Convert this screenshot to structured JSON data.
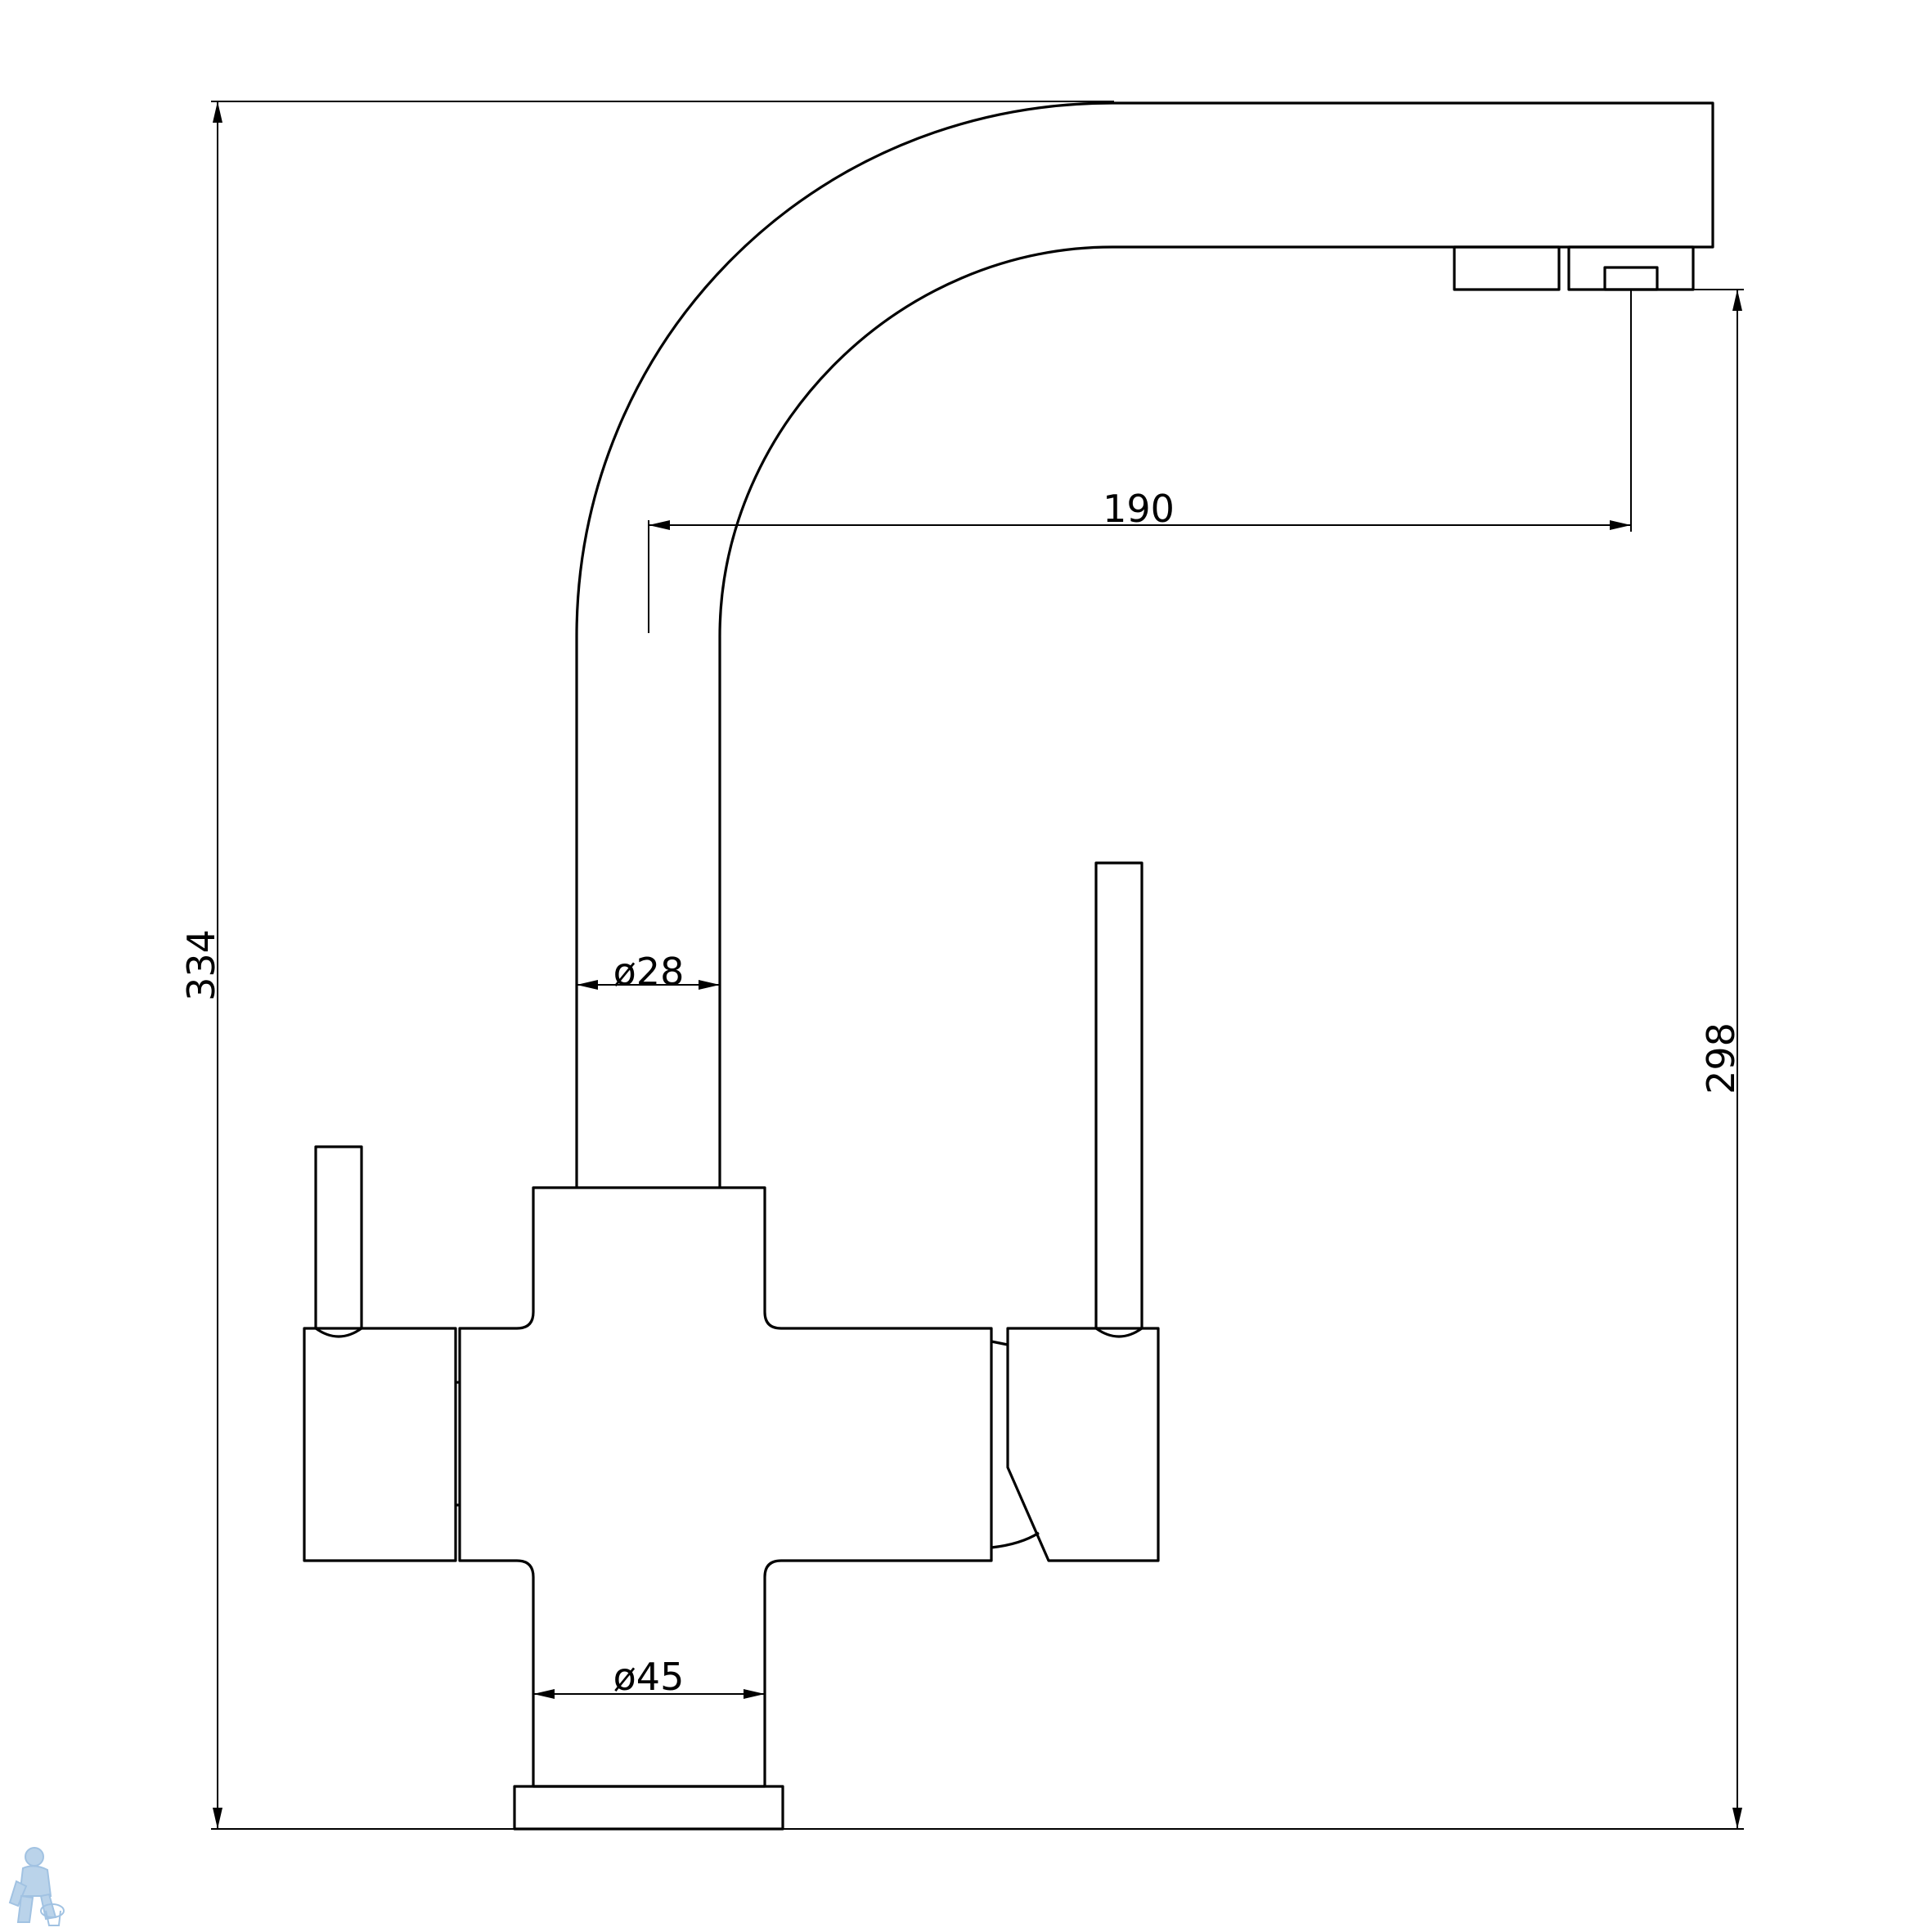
{
  "drawing": {
    "dimensions": {
      "total_height": "334",
      "spout_height": "298",
      "spout_reach": "190",
      "spout_diameter": "ø28",
      "body_diameter": "ø45"
    },
    "watermark_icon": "plumber-mascot-icon",
    "colors": {
      "line": "#000000",
      "background": "#ffffff",
      "watermark": "#a9c9e6"
    }
  }
}
